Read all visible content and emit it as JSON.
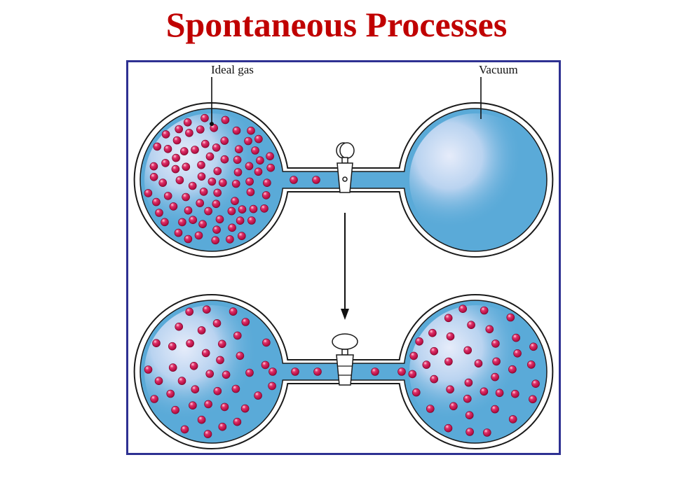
{
  "title": "Spontaneous Processes",
  "labels": {
    "ideal_gas": "Ideal gas",
    "vacuum": "Vacuum"
  },
  "colors": {
    "title": "#c00000",
    "frame": "#2e3192",
    "flask_fill": "#5aaad8",
    "molecule": "#d81e52",
    "outline": "#1a1a1a"
  },
  "icons": {
    "arrow": "down-arrow-icon",
    "stopcock": "stopcock-valve-icon"
  }
}
